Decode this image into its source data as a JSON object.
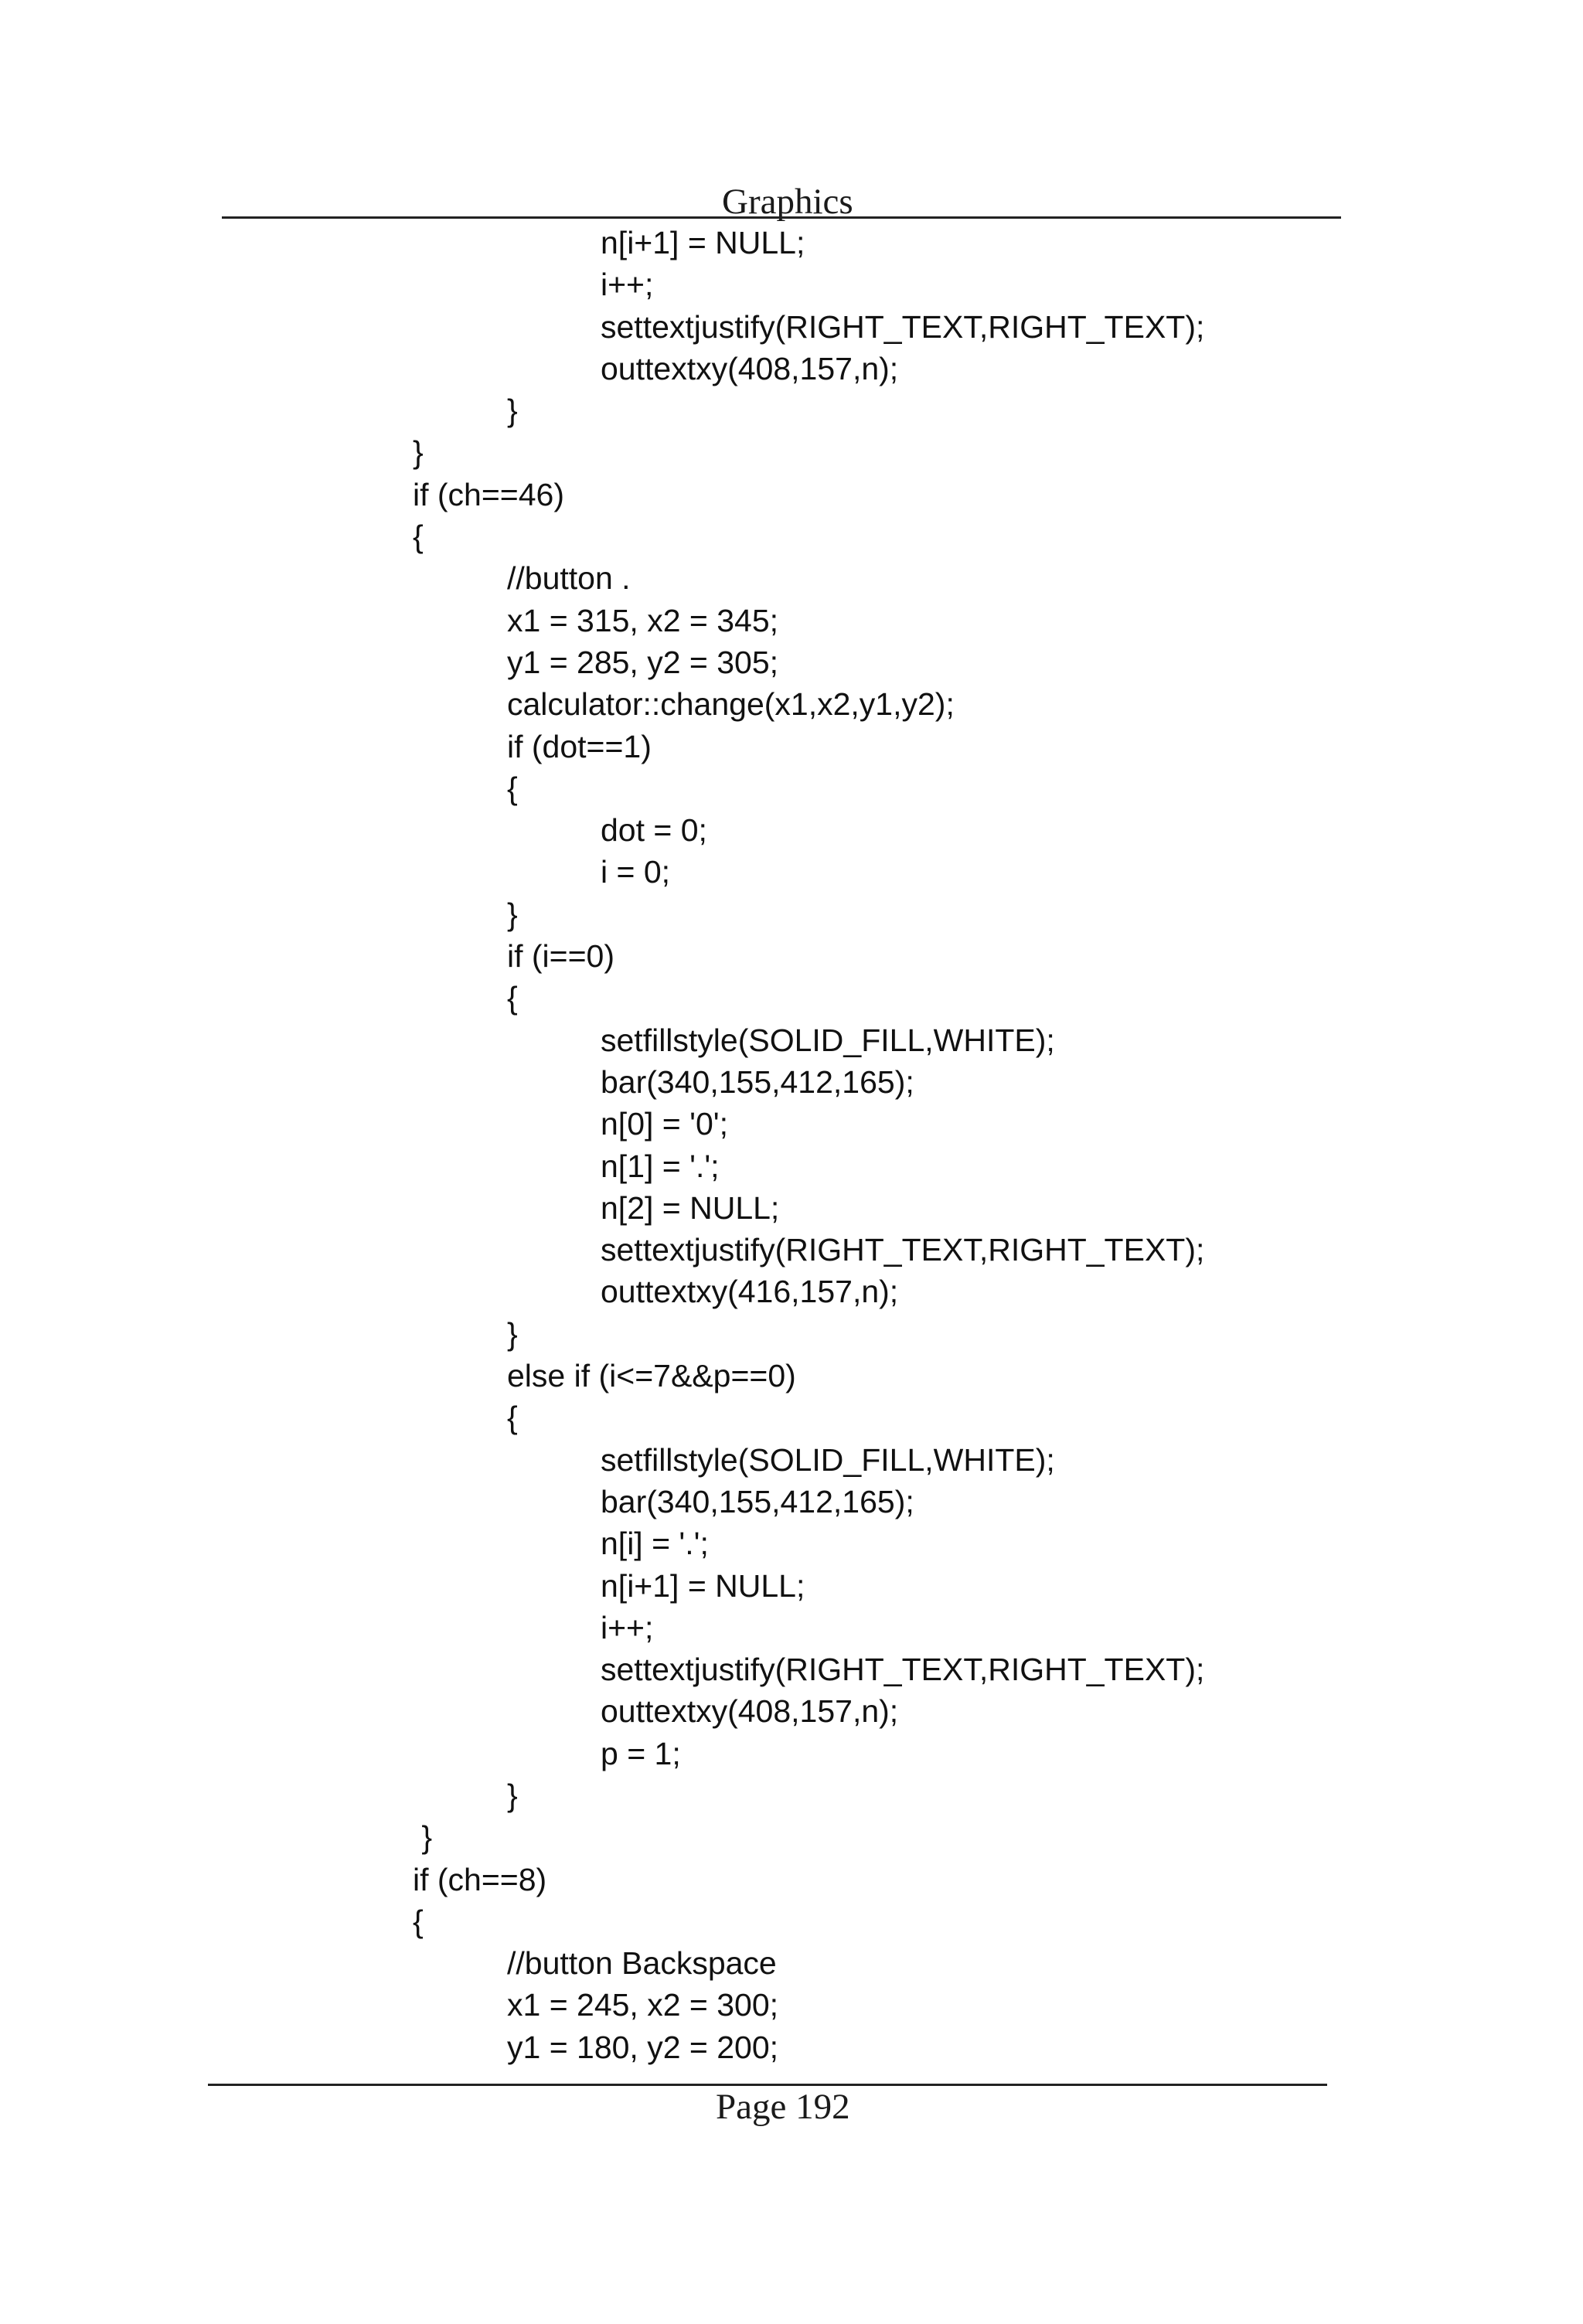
{
  "header": {
    "title": "Graphics"
  },
  "code_lines": [
    {
      "indent": 2,
      "text": "n[i+1] = NULL;"
    },
    {
      "indent": 2,
      "text": "i++;"
    },
    {
      "indent": 2,
      "text": "settextjustify(RIGHT_TEXT,RIGHT_TEXT);"
    },
    {
      "indent": 2,
      "text": "outtextxy(408,157,n);"
    },
    {
      "indent": 1,
      "text": "}"
    },
    {
      "indent": 0,
      "text": "}"
    },
    {
      "indent": 0,
      "text": "if (ch==46)"
    },
    {
      "indent": 0,
      "text": "{"
    },
    {
      "indent": 1,
      "text": "//button ."
    },
    {
      "indent": 1,
      "text": "x1 = 315, x2 = 345;"
    },
    {
      "indent": 1,
      "text": "y1 = 285, y2 = 305;"
    },
    {
      "indent": 1,
      "text": "calculator::change(x1,x2,y1,y2);"
    },
    {
      "indent": 1,
      "text": "if (dot==1)"
    },
    {
      "indent": 1,
      "text": "{"
    },
    {
      "indent": 2,
      "text": "dot = 0;"
    },
    {
      "indent": 2,
      "text": "i = 0;"
    },
    {
      "indent": 1,
      "text": "}"
    },
    {
      "indent": 1,
      "text": "if (i==0)"
    },
    {
      "indent": 1,
      "text": "{"
    },
    {
      "indent": 2,
      "text": "setfillstyle(SOLID_FILL,WHITE);"
    },
    {
      "indent": 2,
      "text": "bar(340,155,412,165);"
    },
    {
      "indent": 2,
      "text": "n[0] = '0';"
    },
    {
      "indent": 2,
      "text": "n[1] = '.';"
    },
    {
      "indent": 2,
      "text": "n[2] = NULL;"
    },
    {
      "indent": 2,
      "text": "settextjustify(RIGHT_TEXT,RIGHT_TEXT);"
    },
    {
      "indent": 2,
      "text": "outtextxy(416,157,n);"
    },
    {
      "indent": 1,
      "text": "}"
    },
    {
      "indent": 1,
      "text": "else if (i<=7&&p==0)"
    },
    {
      "indent": 1,
      "text": "{"
    },
    {
      "indent": 2,
      "text": "setfillstyle(SOLID_FILL,WHITE);"
    },
    {
      "indent": 2,
      "text": "bar(340,155,412,165);"
    },
    {
      "indent": 2,
      "text": "n[i] = '.';"
    },
    {
      "indent": 2,
      "text": "n[i+1] = NULL;"
    },
    {
      "indent": 2,
      "text": "i++;"
    },
    {
      "indent": 2,
      "text": "settextjustify(RIGHT_TEXT,RIGHT_TEXT);"
    },
    {
      "indent": 2,
      "text": "outtextxy(408,157,n);"
    },
    {
      "indent": 2,
      "text": "p = 1;"
    },
    {
      "indent": 1,
      "text": "}"
    },
    {
      "indent": 0,
      "text": " }"
    },
    {
      "indent": 0,
      "text": "if (ch==8)"
    },
    {
      "indent": 0,
      "text": "{"
    },
    {
      "indent": 1,
      "text": "//button Backspace"
    },
    {
      "indent": 1,
      "text": "x1 = 245, x2 = 300;"
    },
    {
      "indent": 1,
      "text": "y1 = 180, y2 = 200;"
    }
  ],
  "footer": {
    "page_label": "Page 192"
  }
}
